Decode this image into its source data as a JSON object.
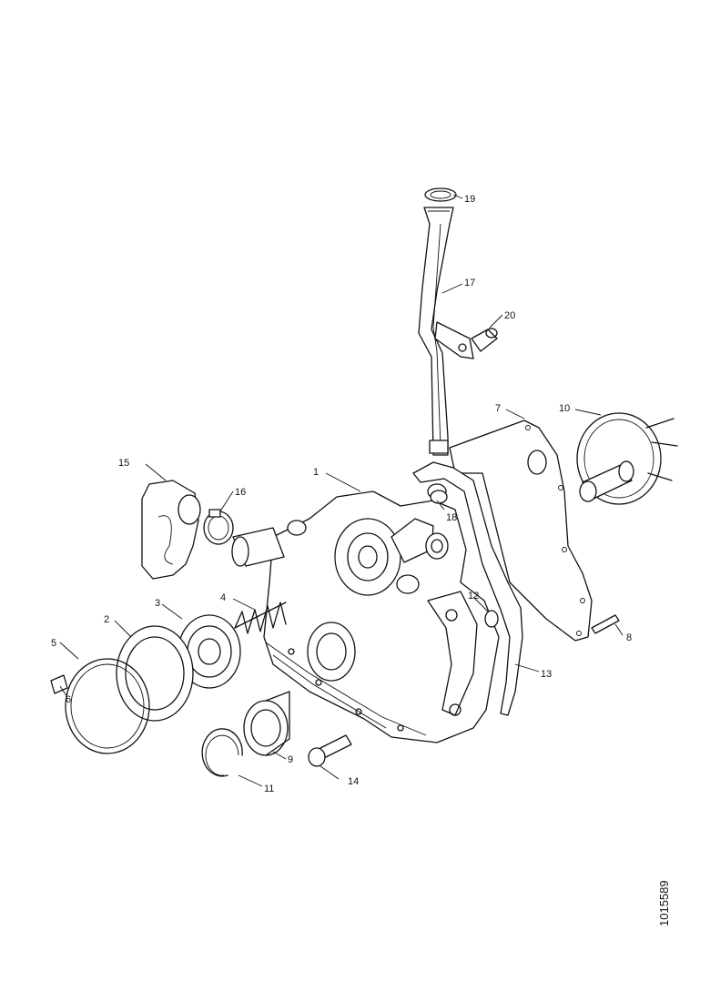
{
  "reference_code": "1015589",
  "callouts": [
    {
      "id": "c1",
      "text": "1"
    },
    {
      "id": "c2",
      "text": "2"
    },
    {
      "id": "c3",
      "text": "3"
    },
    {
      "id": "c4",
      "text": "4"
    },
    {
      "id": "c5",
      "text": "5"
    },
    {
      "id": "c6",
      "text": "6"
    },
    {
      "id": "c7",
      "text": "7"
    },
    {
      "id": "c8",
      "text": "8"
    },
    {
      "id": "c9",
      "text": "9"
    },
    {
      "id": "c10",
      "text": "10"
    },
    {
      "id": "c11",
      "text": "11"
    },
    {
      "id": "c12",
      "text": "12"
    },
    {
      "id": "c13",
      "text": "13"
    },
    {
      "id": "c14",
      "text": "14"
    },
    {
      "id": "c15",
      "text": "15"
    },
    {
      "id": "c16",
      "text": "16"
    },
    {
      "id": "c17",
      "text": "17"
    },
    {
      "id": "c18",
      "text": "18"
    },
    {
      "id": "c19",
      "text": "19"
    },
    {
      "id": "c20",
      "text": "20"
    }
  ]
}
